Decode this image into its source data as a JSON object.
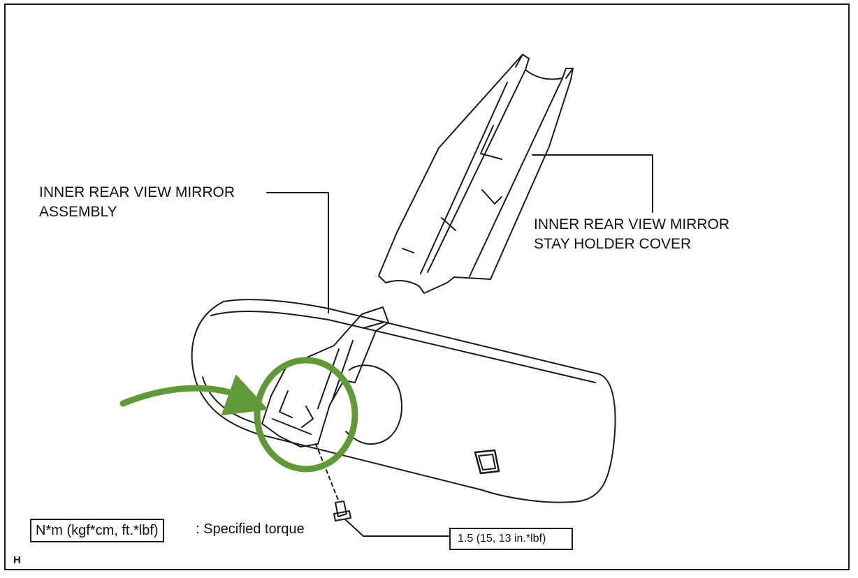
{
  "diagram": {
    "mirror_label_line1": "INNER REAR VIEW MIRROR",
    "mirror_label_line2": "ASSEMBLY",
    "cover_label_line1": "INNER REAR VIEW MIRROR",
    "cover_label_line2": "STAY HOLDER COVER",
    "legend_unit": "N*m (kgf*cm, ft.*lbf)",
    "legend_text": ": Specified torque",
    "torque_value": "1.5 (15, 13 in.*lbf)",
    "figure_code": "H"
  },
  "colors": {
    "line": "#1a1a1a",
    "highlight": "#5f9a36"
  }
}
